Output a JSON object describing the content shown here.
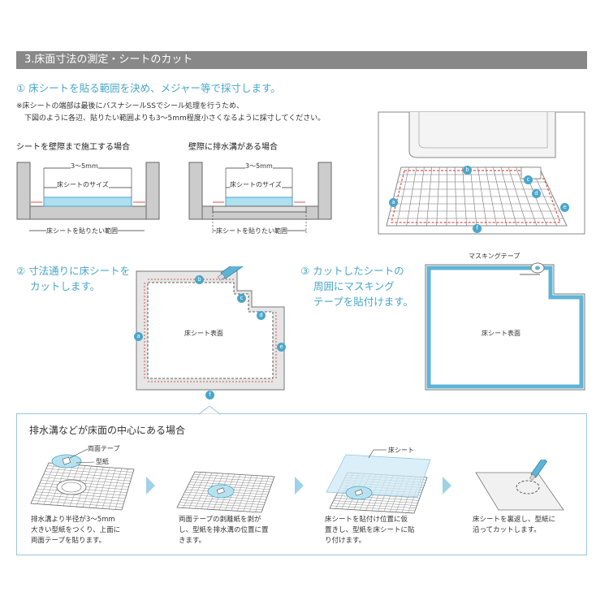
{
  "section_title": "3.床面寸法の測定・シートのカット",
  "step1": {
    "title": "① 床シートを貼る範囲を決め、メジャー等で採寸します。",
    "note_line1": "※床シートの端部は最後にバスナシールSSでシール処理を行うため、",
    "note_line2": "下図のように各辺、貼りたい範囲よりも3～5mm程度小さくなるように採寸してください。"
  },
  "diagram_left": {
    "title": "シートを壁際まで施工する場合",
    "gap": "3～5mm",
    "sheet_size": "床シートのサイズ",
    "range": "床シートを貼りたい範囲"
  },
  "diagram_right": {
    "title": "壁際に排水溝がある場合",
    "gap": "3～5mm",
    "sheet_size": "床シートのサイズ",
    "range": "床シートを貼りたい範囲"
  },
  "corner_labels": {
    "a": "a",
    "b": "b",
    "c": "c",
    "d": "d",
    "e": "e",
    "f": "f"
  },
  "step2": {
    "line1": "② 寸法通りに床シートを",
    "line2": "カットします。",
    "sheet_face": "床シート表面"
  },
  "step3": {
    "line1": "③ カットしたシートの",
    "line2": "周囲にマスキング",
    "line3": "テープを貼付けます。",
    "tape_label": "マスキングテープ",
    "sheet_face": "床シート表面"
  },
  "drain": {
    "title": "排水溝などが床面の中心にある場合",
    "label_tape": "両面テープ",
    "label_paper": "型紙",
    "label_sheet": "床シート",
    "cap1": [
      "排水溝より半径が3～5mm",
      "大きい型紙をつくり、上面に",
      "両面テープを貼ります。"
    ],
    "cap2": [
      "両面テープの剥離紙を剥が",
      "し、型紙を排水溝の位置に置",
      "きます。"
    ],
    "cap3": [
      "床シートを貼付け位置に仮",
      "置きし、型紙を床シートに貼",
      "り付けます。"
    ],
    "cap4": [
      "床シートを裏返し、型紙に",
      "沿ってカットします。"
    ]
  },
  "colors": {
    "accent": "#4aa6c9",
    "dim_red": "#d9534f",
    "tape_blue": "#5fb4d6",
    "header_gray": "#888888"
  }
}
